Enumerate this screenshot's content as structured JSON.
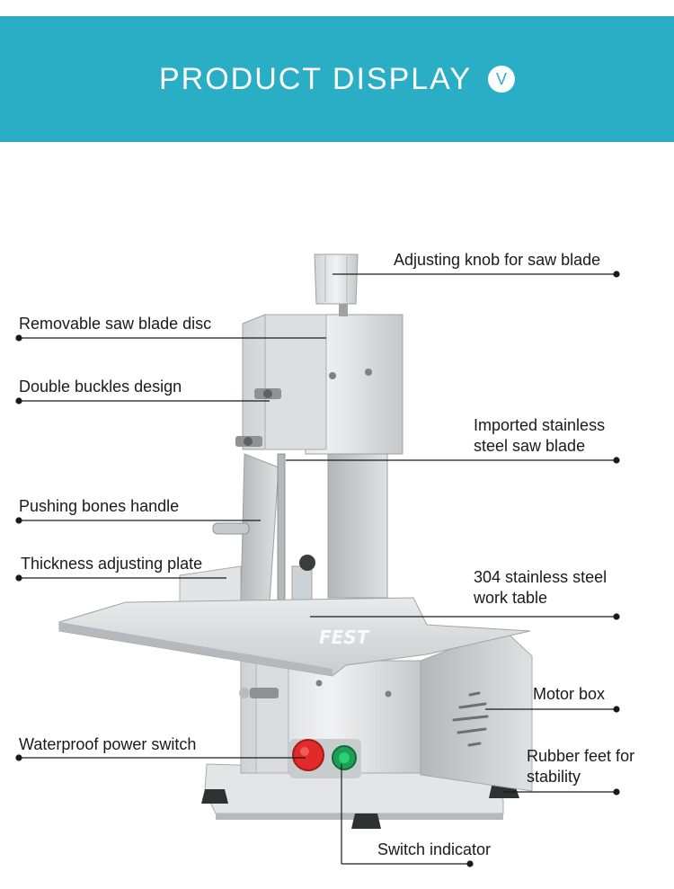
{
  "header": {
    "title": "PRODUCT DISPLAY",
    "badge": "V",
    "bg_color": "#2aaec5"
  },
  "machine": {
    "brand": "FEST"
  },
  "callouts": {
    "adjusting_knob": "Adjusting knob for saw blade",
    "saw_blade_disc": "Removable saw blade disc",
    "double_buckles": "Double buckles design",
    "saw_blade_line1": "Imported stainless",
    "saw_blade_line2": "steel saw blade",
    "pushing_handle": "Pushing bones handle",
    "thickness_plate": "Thickness adjusting plate",
    "work_table_line1": "304 stainless steel",
    "work_table_line2": "work table",
    "motor_box": "Motor box",
    "power_switch": "Waterproof power switch",
    "rubber_feet_line1": "Rubber feet for",
    "rubber_feet_line2": "stability",
    "switch_indicator": "Switch indicator"
  }
}
